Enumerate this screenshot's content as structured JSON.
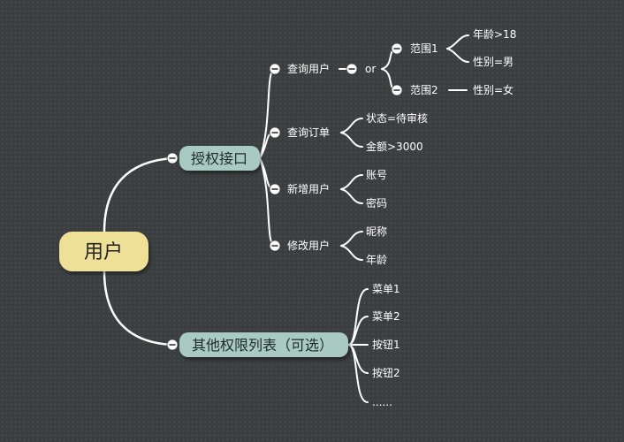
{
  "root": {
    "label": "用户"
  },
  "branches": [
    {
      "label": "授权接口",
      "children": [
        {
          "label": "查询用户",
          "children": [
            {
              "label": "or",
              "children": [
                {
                  "label": "范围1",
                  "children": [
                    {
                      "label": "年龄>18"
                    },
                    {
                      "label": "性别=男"
                    }
                  ]
                },
                {
                  "label": "范围2",
                  "children": [
                    {
                      "label": "性别=女"
                    }
                  ]
                }
              ]
            }
          ]
        },
        {
          "label": "查询订单",
          "children": [
            {
              "label": "状态=待审核"
            },
            {
              "label": "金额>3000"
            }
          ]
        },
        {
          "label": "新增用户",
          "children": [
            {
              "label": "账号"
            },
            {
              "label": "密码"
            }
          ]
        },
        {
          "label": "修改用户",
          "children": [
            {
              "label": "昵称"
            },
            {
              "label": "年龄"
            }
          ]
        }
      ]
    },
    {
      "label": "其他权限列表（可选）",
      "children": [
        {
          "label": "菜单1"
        },
        {
          "label": "菜单2"
        },
        {
          "label": "按钮1"
        },
        {
          "label": "按钮2"
        },
        {
          "label": "......"
        }
      ]
    }
  ]
}
